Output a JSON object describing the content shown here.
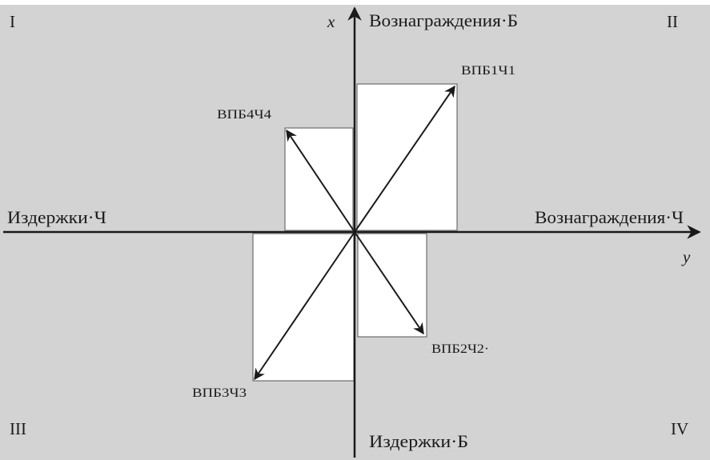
{
  "quadrants": {
    "q1": "I",
    "q2": "II",
    "q3": "III",
    "q4": "IV"
  },
  "axes": {
    "vertical_var": "x",
    "horizontal_var": "y",
    "top": "Вознаграждения·Б",
    "bottom": "Издержки·Б",
    "left": "Издержки·Ч",
    "right": "Вознаграждения·Ч"
  },
  "vectors": [
    {
      "label": "ВПБ1Ч1",
      "quadrant": "II"
    },
    {
      "label": "ВПБ2Ч2·",
      "quadrant": "IV"
    },
    {
      "label": "ВПБ3Ч3",
      "quadrant": "III"
    },
    {
      "label": "ВПБ4Ч4",
      "quadrant": "I"
    }
  ],
  "colors": {
    "background": "#d3d3d3",
    "box": "#ffffff",
    "ink": "#1a1a1a"
  }
}
